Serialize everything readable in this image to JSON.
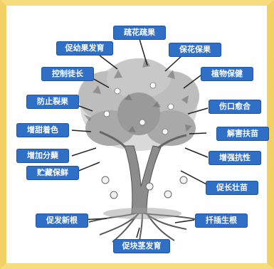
{
  "labels": {
    "top": "疏花疏果",
    "top_left": "促幼果发育",
    "top_right": "保花保果",
    "left1": "控制徒长",
    "right1": "植物保健",
    "left2": "防止裂果",
    "right2": "伤口愈合",
    "left3": "增甜着色",
    "right3": "解害扶苗",
    "left4": "增加分蘖",
    "right4": "增强抗性",
    "left5": "贮藏保鲜",
    "right5": "促长壮苗",
    "bottom_left": "促发新根",
    "bottom_right": "扦插生根",
    "bottom": "促块茎发育"
  },
  "colors": {
    "label_bg": "#2f6fc6",
    "border": "#f2d166"
  }
}
